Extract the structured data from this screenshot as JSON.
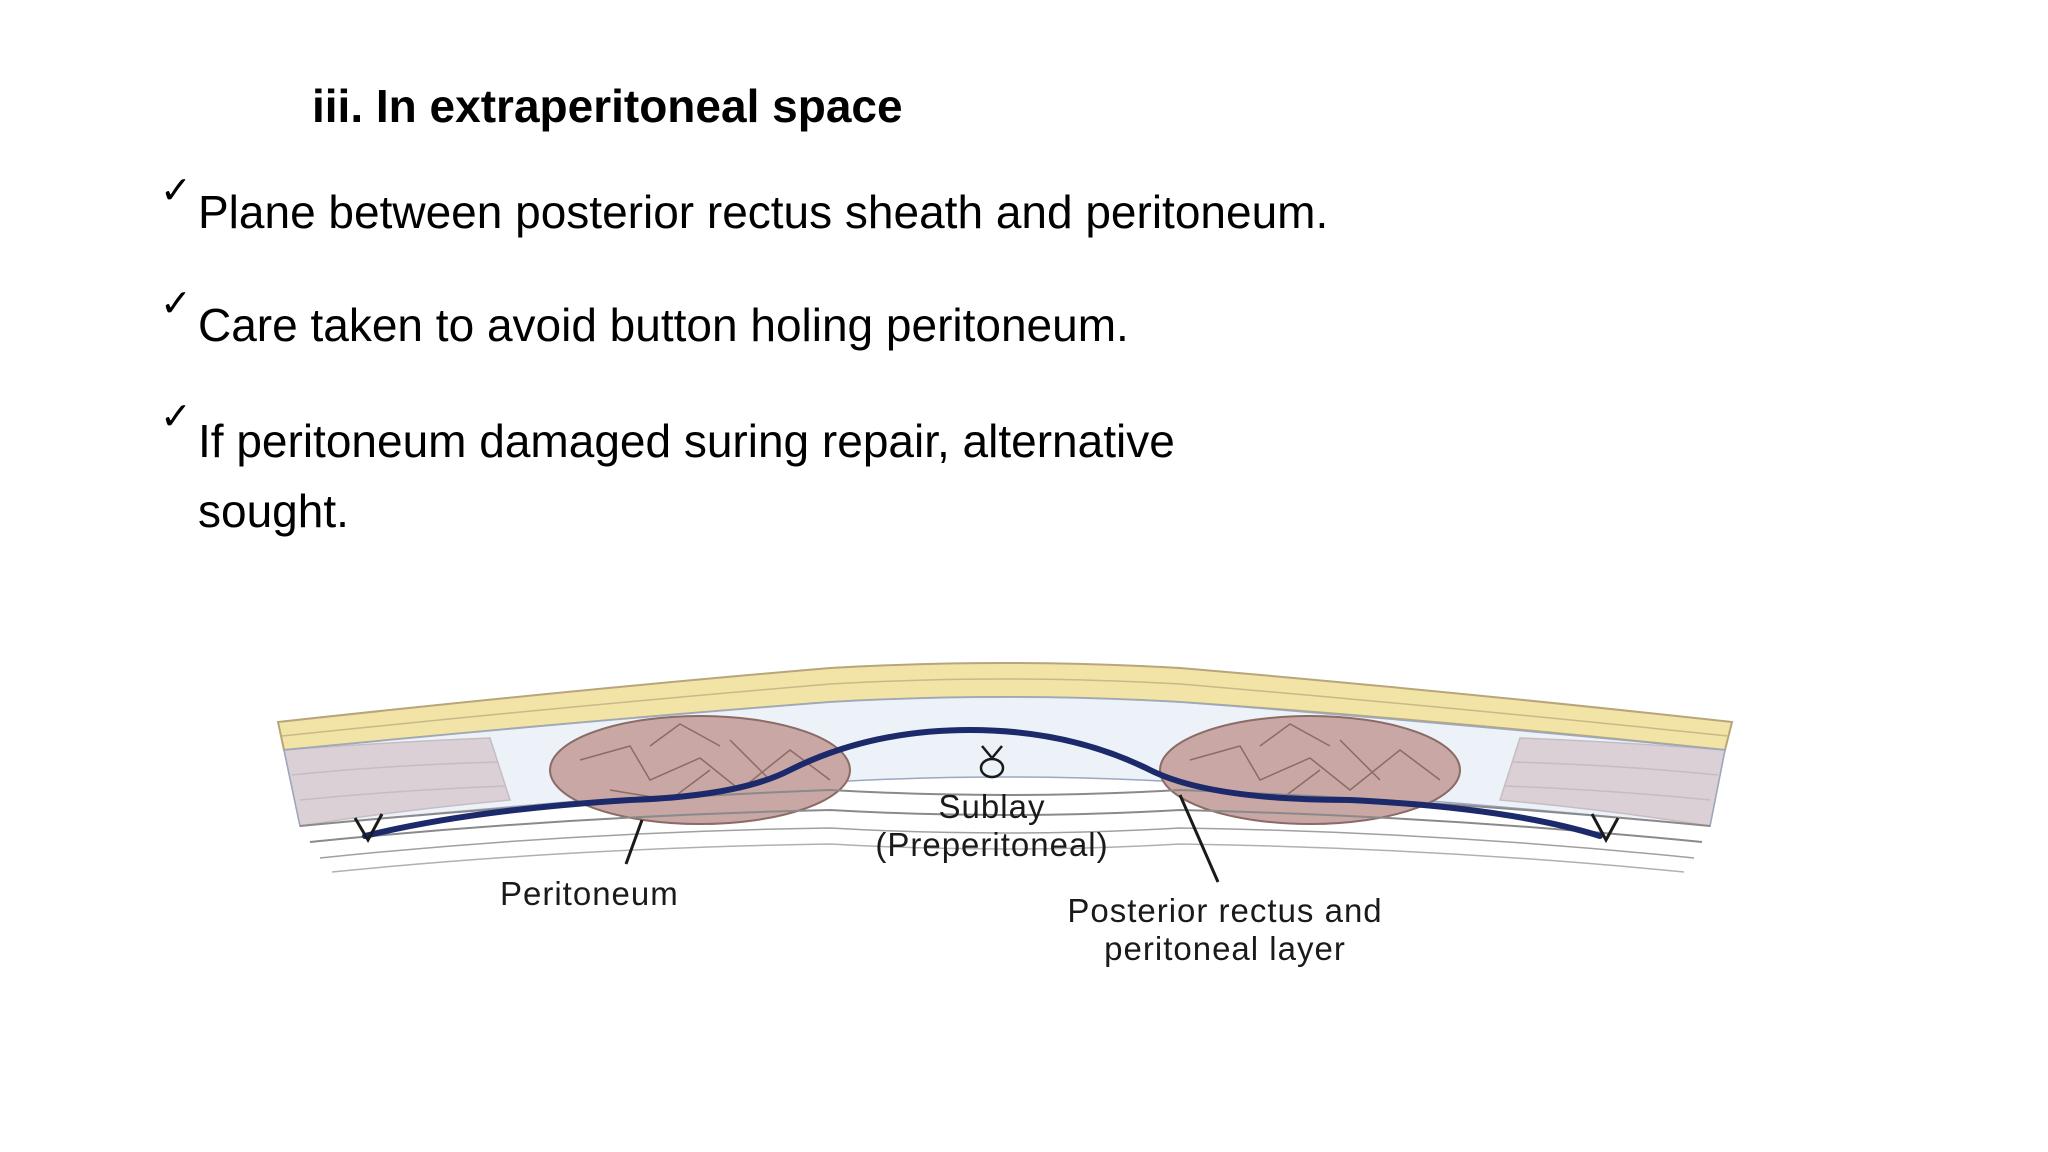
{
  "slide": {
    "title": "iii. In extraperitoneal space",
    "bullets": [
      "Plane between posterior rectus sheath and peritoneum.",
      "Care taken to avoid button holing peritoneum.",
      "If peritoneum damaged suring repair, alternative sought."
    ],
    "bullet_icon": "check-icon"
  },
  "diagram": {
    "labels": {
      "peritoneum": "Peritoneum",
      "sublay_line1": "Sublay",
      "sublay_line2": "(Preperitoneal)",
      "posterior_line1": "Posterior rectus and",
      "posterior_line2": "peritoneal layer"
    },
    "colors": {
      "fat": "#f2e3a6",
      "muscle": "#c9a7a4",
      "mesh": "#1c2a6b",
      "fascia": "#dfe6f2"
    }
  }
}
